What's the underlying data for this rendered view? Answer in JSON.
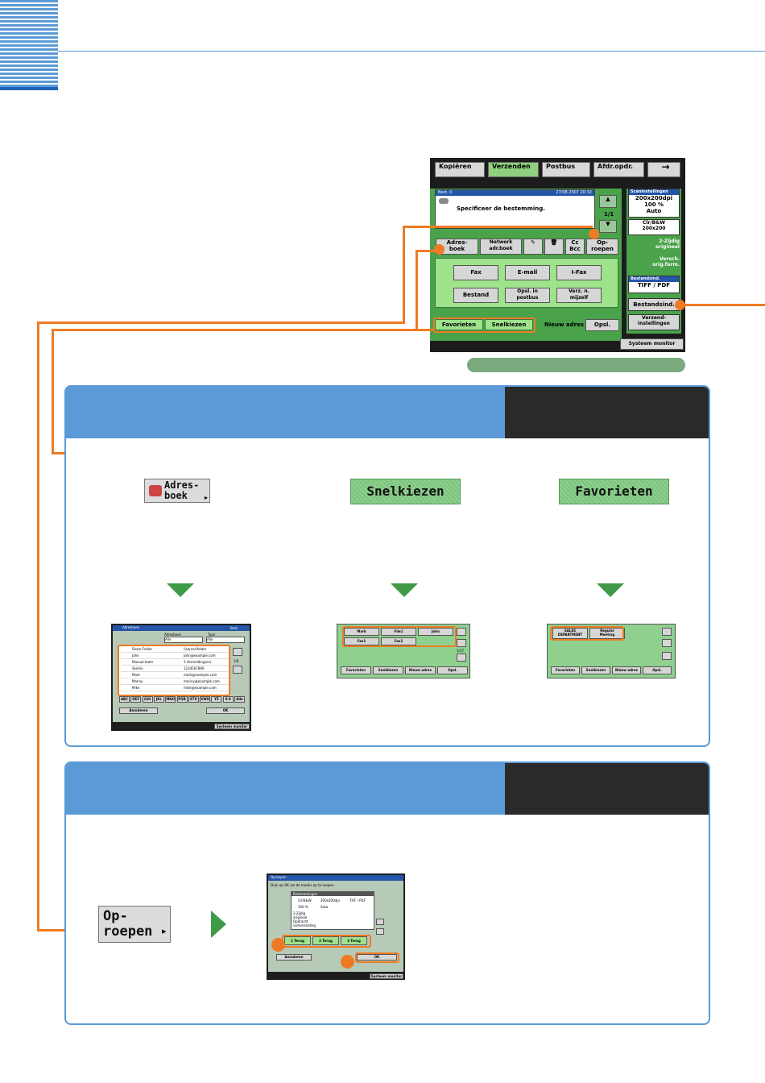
{
  "tabs": [
    "Kopiëren",
    "Verzenden",
    "Postbus",
    "Afdr.opdr."
  ],
  "arrow_glyph": "→",
  "dest_box": {
    "header_left": "Best.    0",
    "header_right": "27/08 2007 20:32",
    "message": "Specificeer de bestemming.",
    "page": "1/1"
  },
  "row_buttons": {
    "adresboek": "Adres-\nboek",
    "netwerk": "Netwerk\nadr.boek",
    "ccbcc": "Cc\nBcc",
    "oproepen": "Op-\nroepen"
  },
  "type_buttons": [
    "Fax",
    "E-mail",
    "I-Fax",
    "Bestand",
    "Opsl. in\npostbus",
    "Verz. n.\nmijzelf"
  ],
  "bottom_tabs": {
    "favorieten": "Favorieten",
    "snelkiezen": "Snelkiezen",
    "nieuw_adres": "Nieuw adres",
    "opsl": "Opsl."
  },
  "side_panel": {
    "scan_title": "Scaninstellingen",
    "resolution": "200x200dpi",
    "ratio": "100 %",
    "auto": "Auto",
    "color_mode": "Clr/B&W\n200x200",
    "two_sided": "2-Zijdig\norigineel",
    "versch": "Versch.\norig.form.",
    "file_title": "Bestandsind.",
    "file_format": "TIFF / PDF",
    "file_button": "Bestandsind.",
    "send_settings": "Verzend-\ninstellingen"
  },
  "system_monitor": "Systeem monitor",
  "section1": {
    "label_adresboek": "Adres-\nboek",
    "label_snelkiezen": "Snelkiezen",
    "label_favorieten": "Favorieten",
    "addressbook_screen": {
      "title": "Adresboek",
      "close_label": "Best.",
      "filter1_label": "Adresboek",
      "filter1_value": "Alle",
      "filter2_label": "Type",
      "filter2_value": "Alle",
      "entries": [
        {
          "name": "Share Folder",
          "addr": "\\\\server\\folder"
        },
        {
          "name": "John",
          "addr": "john@example.com"
        },
        {
          "name": "Manual team",
          "addr": "3 Vermelding(en)"
        },
        {
          "name": "Skimin",
          "addr": "1234567890"
        },
        {
          "name": "Mark",
          "addr": "mark@example.com"
        },
        {
          "name": "Manny",
          "addr": "manny@example.com"
        },
        {
          "name": "Mike",
          "addr": "mike@example.com"
        }
      ],
      "page": "1/6",
      "index_keys": [
        "ABC",
        "DEF",
        "GHI",
        "JKL",
        "MNO",
        "PQR",
        "STU",
        "VWX",
        "YZ",
        "0-9",
        "Alle"
      ],
      "cancel": "Annuleren",
      "ok": "OK",
      "sysmon": "Systeem monitor"
    },
    "snelkiezen_screen": {
      "keys": [
        "Mark",
        "File1",
        "John",
        "Fax1",
        "Fax2"
      ],
      "page": "1/17",
      "tabs": [
        "Favorieten",
        "Snelkiezen",
        "Nieuw adres",
        "Opsl."
      ]
    },
    "favorieten_screen": {
      "keys": [
        "SALES\nDEPARTMENT",
        "Regular\nMeeting"
      ],
      "tabs": [
        "Favorieten",
        "Snelkiezen",
        "Nieuw adres",
        "Opsl."
      ]
    }
  },
  "section2": {
    "label_oproepen": "Op-\nroepen",
    "screen": {
      "title": "Oproepen",
      "instruction": "Druk op OK om de modus op te roepen.",
      "table_title": "Bestemmingen",
      "col1": "Clr/B&W",
      "col2": "200x200dpi",
      "col3": "TIFF / PDF",
      "row2a": "100 %",
      "row2b": "Auto",
      "side_labels": "2-Zijdig\norigineel\nOpdracht\nsamenstelling",
      "recall_buttons": [
        "1 Terug",
        "2 Terug",
        "3 Terug"
      ],
      "cancel": "Annuleren",
      "ok": "OK",
      "sysmon": "Systeem monitor"
    }
  },
  "colors": {
    "accent_orange": "#ee7b24",
    "panel_green": "#4aa24a",
    "section_blue": "#5b9ad6",
    "triangle_green": "#3f9a48"
  }
}
